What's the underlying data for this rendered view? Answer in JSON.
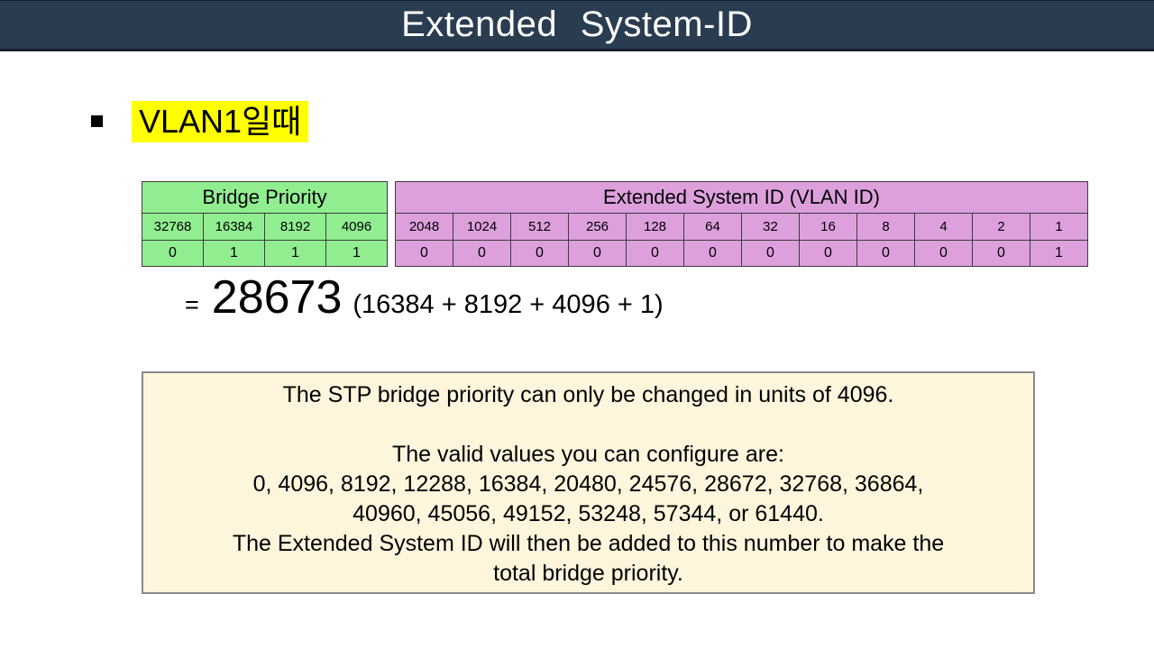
{
  "slide": {
    "title": "Extended System-ID"
  },
  "bullet": {
    "label": "VLAN1일때"
  },
  "tables": [
    {
      "id": "bridge-priority",
      "title": "Bridge Priority",
      "theme": "green",
      "weights": [
        "32768",
        "16384",
        "8192",
        "4096"
      ],
      "bits": [
        "0",
        "1",
        "1",
        "1"
      ]
    },
    {
      "id": "extended-system-id",
      "title": "Extended System ID (VLAN ID)",
      "theme": "purple",
      "weights": [
        "2048",
        "1024",
        "512",
        "256",
        "128",
        "64",
        "32",
        "16",
        "8",
        "4",
        "2",
        "1"
      ],
      "bits": [
        "0",
        "0",
        "0",
        "0",
        "0",
        "0",
        "0",
        "0",
        "0",
        "0",
        "0",
        "1"
      ]
    }
  ],
  "equation": {
    "equals": "=",
    "result": "28673",
    "breakdown": "(16384 + 8192 + 4096 + 1)"
  },
  "note_box": {
    "lines": [
      "The STP bridge priority can only be changed in units of 4096.",
      "",
      "The valid values you can configure are:",
      "0, 4096, 8192, 12288, 16384, 20480, 24576, 28672, 32768, 36864,",
      "40960, 45056, 49152, 53248, 57344, or 61440.",
      "The Extended System ID will then be added to this number to make the",
      "total bridge priority."
    ]
  },
  "colors": {
    "header_bar": "#2a3c50",
    "header_border": "#15212d",
    "title_text": "#ffffff",
    "highlight": "#ffff00",
    "table_green": "#90ee90",
    "table_purple": "#dda0dd",
    "table_border": "#3c3c3c",
    "note_bg": "#fdf5dc",
    "note_border": "#8a8a8a"
  }
}
